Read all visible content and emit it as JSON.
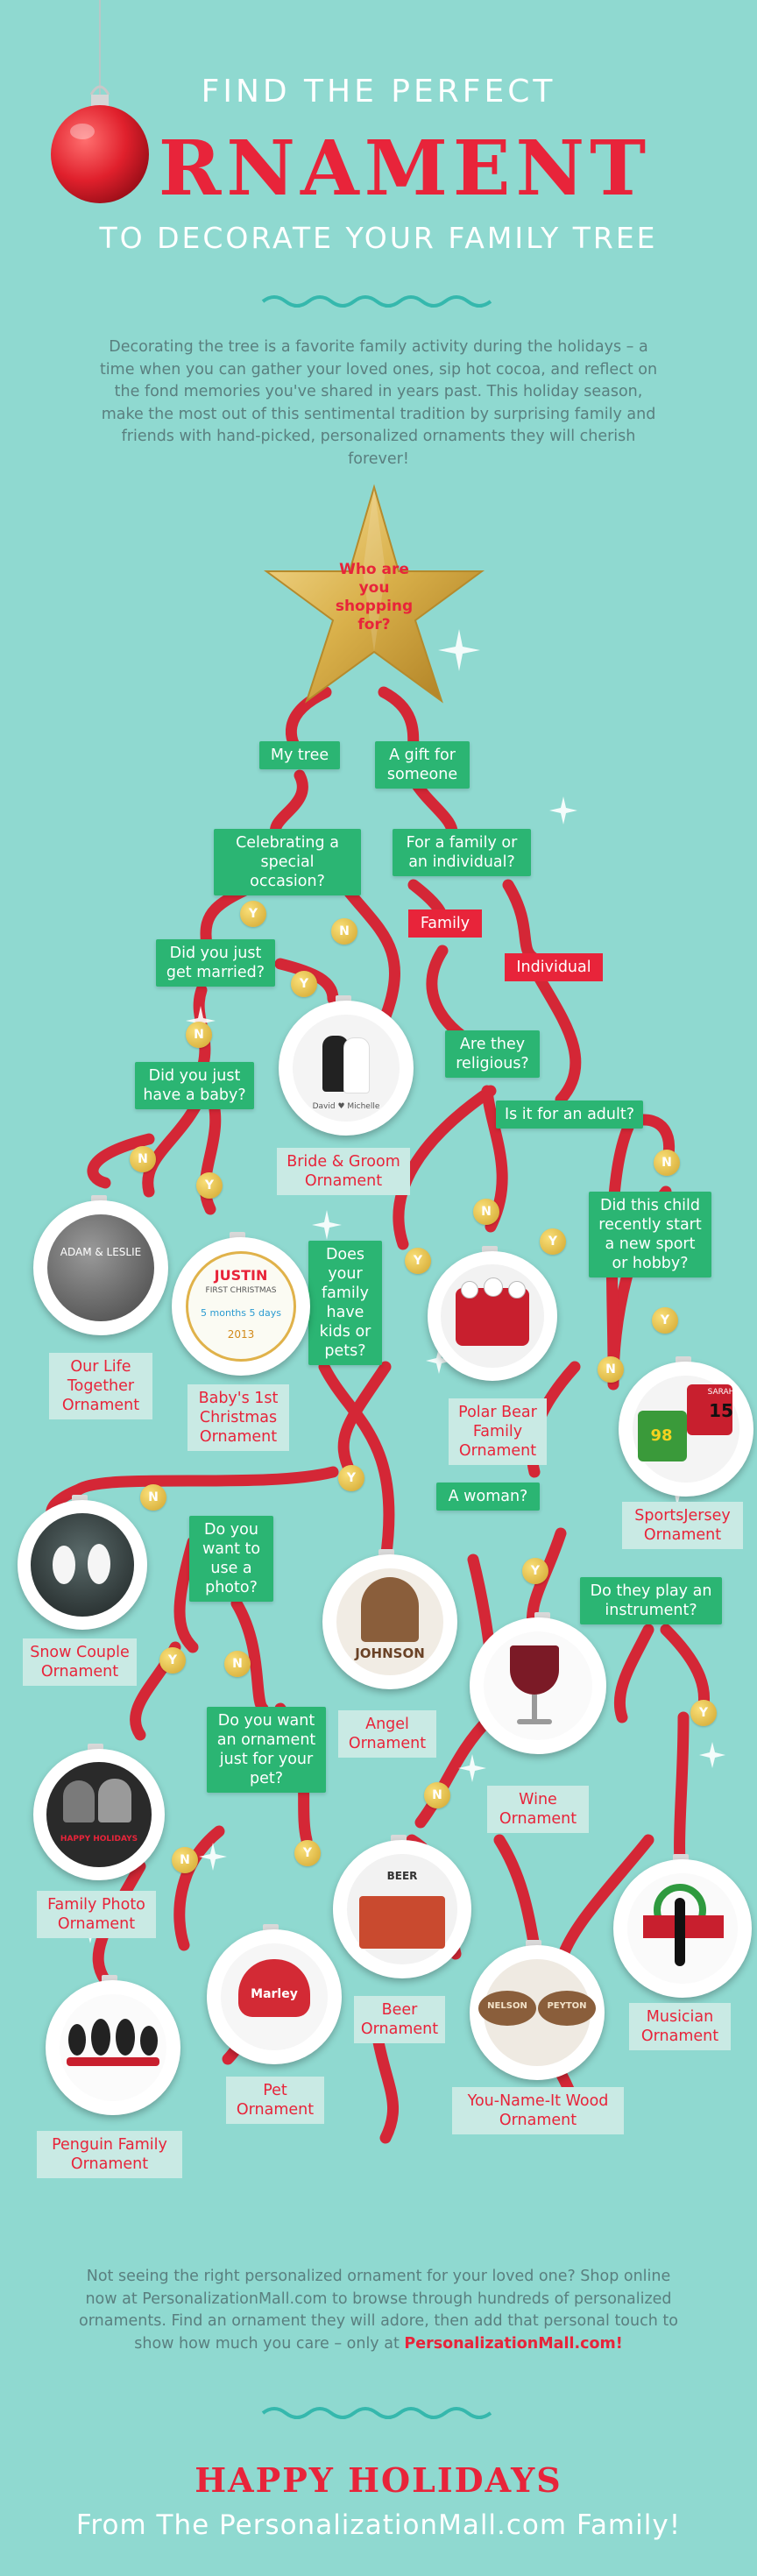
{
  "header": {
    "line1": "FIND THE PERFECT",
    "line2": "RNAMENT",
    "line3": "TO DECORATE YOUR FAMILY TREE"
  },
  "intro": "Decorating the tree is a favorite family activity during the holidays – a time when you can gather your loved ones, sip hot cocoa, and reflect on the fond memories you've shared in years past. This holiday season, make the most out of this sentimental tradition by surprising family and friends with hand-picked, personalized ornaments they will cherish forever!",
  "star": "Who are you shopping for?",
  "questions": {
    "my_tree": "My tree",
    "gift": "A gift for someone",
    "celebrating": "Celebrating a special occasion?",
    "family_or_individual": "For a family or an individual?",
    "married": "Did you just get married?",
    "religious": "Are they religious?",
    "adult": "Is it for an adult?",
    "baby": "Did you just have a baby?",
    "kids_pets": "Does your family have kids or pets?",
    "sport": "Did this child recently start a new sport or hobby?",
    "woman": "A woman?",
    "photo": "Do you want to use a photo?",
    "instrument": "Do they play an instrument?",
    "pet_ornament": "Do you want an ornament just for your pet?"
  },
  "choices": {
    "family": "Family",
    "individual": "Individual"
  },
  "badges": {
    "yes": "Y",
    "no": "N"
  },
  "results": {
    "bride_groom": "Bride & Groom Ornament",
    "our_life": "Our Life Together Ornament",
    "baby_first": "Baby's 1st Christmas Ornament",
    "polar_bear": "Polar Bear Family Ornament",
    "sports_jersey": "SportsJersey Ornament",
    "snow_couple": "Snow Couple Ornament",
    "angel": "Angel Ornament",
    "wine": "Wine Ornament",
    "family_photo": "Family Photo Ornament",
    "musician": "Musician Ornament",
    "beer": "Beer Ornament",
    "pet": "Pet Ornament",
    "penguin": "Penguin Family Ornament",
    "you_name_it": "You-Name-It Wood Ornament"
  },
  "ornament_text": {
    "adam_leslie": "ADAM & LESLIE",
    "justin": "JUSTIN",
    "first_christmas": "FIRST CHRISTMAS",
    "year": "2013",
    "months_days": "5 months 5 days",
    "johnson": "JOHNSON",
    "marley": "Marley",
    "jersey": "15",
    "jersey_name": "SARAH",
    "jersey_green": "98",
    "wood_left": "NELSON",
    "wood_right": "PEYTON",
    "photo_caption": "HAPPY HOLIDAYS",
    "couple": "David ♥ Michelle",
    "beer_sign": "BEER"
  },
  "outro": {
    "text": "Not seeing the right personalized ornament for your loved one? Shop online now at PersonalizationMall.com to browse through hundreds of personalized ornaments. Find an ornament they will adore, then add that personal touch to show how much you care – only at ",
    "link": "PersonalizationMall.com!"
  },
  "footer": {
    "line1": "HAPPY HOLIDAYS",
    "line2": "From The PersonalizationMall.com Family!"
  },
  "colors": {
    "background": "#8fd9d0",
    "red": "#e8243a",
    "green": "#2bb573",
    "gold": "#d6a93a",
    "label_bg": "#c9eae4"
  }
}
